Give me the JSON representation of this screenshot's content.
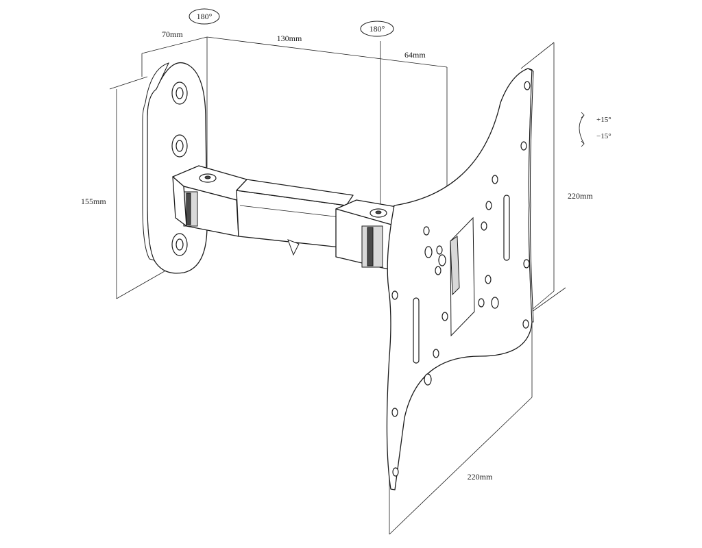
{
  "dimensions": {
    "depth_base": "70mm",
    "arm_length": "130mm",
    "arm_extension": "64mm",
    "base_height": "155mm",
    "plate_height": "220mm",
    "plate_width": "220mm"
  },
  "rotations": {
    "base_swivel": "180°",
    "plate_swivel": "180°",
    "tilt_up": "+15°",
    "tilt_down": "−15°"
  }
}
